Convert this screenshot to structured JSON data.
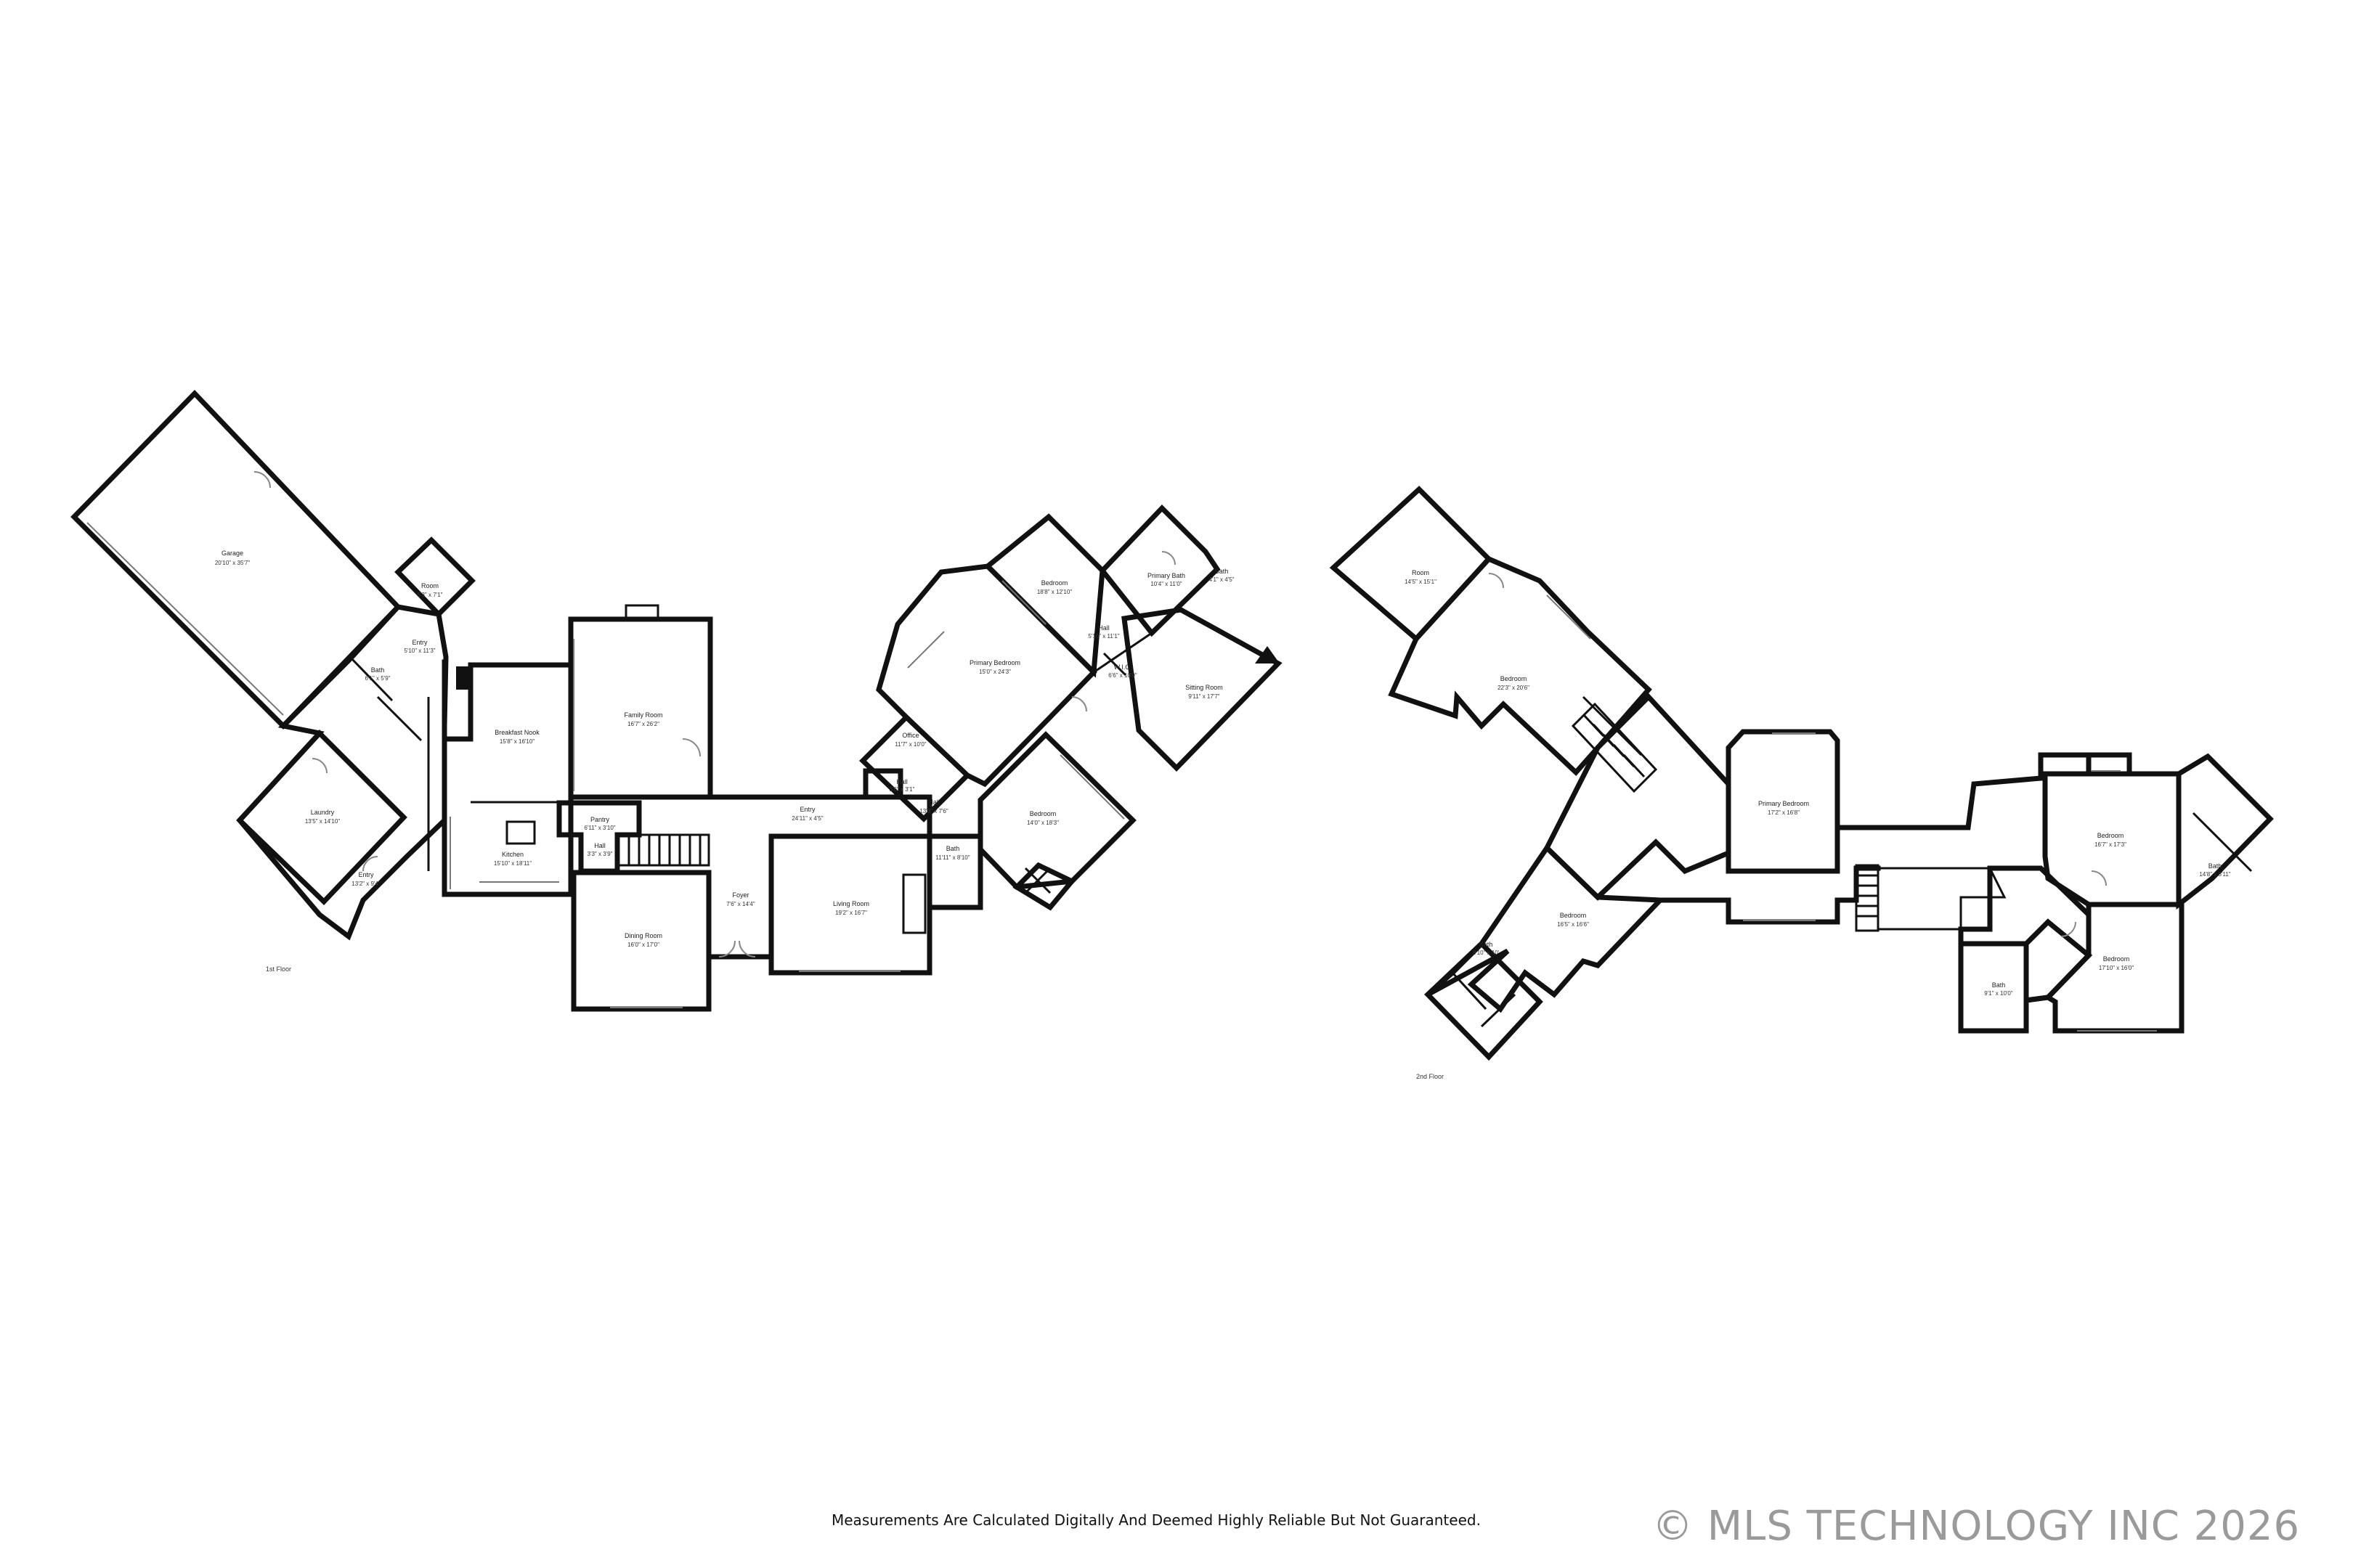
{
  "floors": [
    {
      "label": "1st Floor",
      "rooms": [
        {
          "name": "Garage",
          "dims": "20'10\" x 35'7\""
        },
        {
          "name": "Room",
          "dims": "5'3\" x 7'1\""
        },
        {
          "name": "Entry",
          "dims": "5'10\" x 11'3\""
        },
        {
          "name": "Bath",
          "dims": "6'1\" x 5'9\""
        },
        {
          "name": "Laundry",
          "dims": "13'5\" x 14'10\""
        },
        {
          "name": "Entry",
          "dims": "13'2\" x 9'4\""
        },
        {
          "name": "Breakfast Nook",
          "dims": "15'8\" x 16'10\""
        },
        {
          "name": "Family Room",
          "dims": "16'7\" x 26'2\""
        },
        {
          "name": "Kitchen",
          "dims": "15'10\" x 18'11\""
        },
        {
          "name": "Pantry",
          "dims": "6'11\" x 3'10\""
        },
        {
          "name": "Hall",
          "dims": "3'3\" x 3'9\""
        },
        {
          "name": "Dining Room",
          "dims": "16'0\" x 17'0\""
        },
        {
          "name": "Foyer",
          "dims": "7'6\" x 14'4\""
        },
        {
          "name": "Entry",
          "dims": "24'11\" x 4'5\""
        },
        {
          "name": "Living Room",
          "dims": "19'2\" x 16'7\""
        },
        {
          "name": "Office",
          "dims": "11'7\" x 10'0\""
        },
        {
          "name": "Hall",
          "dims": "3'6\" x 3'1\""
        },
        {
          "name": "Hall",
          "dims": "13'8\" x 7'6\""
        },
        {
          "name": "Primary Bedroom",
          "dims": "15'0\" x 24'3\""
        },
        {
          "name": "Bedroom",
          "dims": "18'8\" x 12'10\""
        },
        {
          "name": "Hall",
          "dims": "5'10\" x 11'1\""
        },
        {
          "name": "Primary Bath",
          "dims": "10'4\" x 11'0\""
        },
        {
          "name": "Bath",
          "dims": "4'1\" x 4'5\""
        },
        {
          "name": "W.I.C.",
          "dims": "6'6\" x 10'9\""
        },
        {
          "name": "Sitting Room",
          "dims": "9'11\" x 17'7\""
        },
        {
          "name": "Bedroom",
          "dims": "14'0\" x 18'3\""
        },
        {
          "name": "Bath",
          "dims": "11'11\" x 8'10\""
        }
      ]
    },
    {
      "label": "2nd Floor",
      "rooms": [
        {
          "name": "Room",
          "dims": "14'5\" x 15'1\""
        },
        {
          "name": "Bedroom",
          "dims": "22'3\" x 20'6\""
        },
        {
          "name": "Primary Bedroom",
          "dims": "17'2\" x 16'8\""
        },
        {
          "name": "Bedroom",
          "dims": "16'7\" x 17'3\""
        },
        {
          "name": "Bath",
          "dims": "14'8\" x 8'11\""
        },
        {
          "name": "Bedroom",
          "dims": "17'10\" x 16'0\""
        },
        {
          "name": "Bath",
          "dims": "9'1\" x 10'0\""
        },
        {
          "name": "Bedroom",
          "dims": "16'5\" x 16'6\""
        },
        {
          "name": "Bath",
          "dims": "8'10\" x 10'"
        }
      ]
    }
  ],
  "disclaimer": "Measurements Are Calculated Digitally And Deemed Highly Reliable But Not Guaranteed.",
  "watermark": "© MLS TECHNOLOGY INC 2026"
}
